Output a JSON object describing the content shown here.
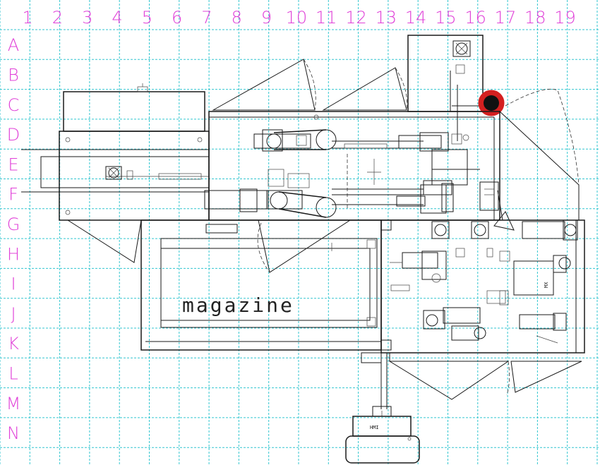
{
  "grid": {
    "columns": [
      "1",
      "2",
      "3",
      "4",
      "5",
      "6",
      "7",
      "8",
      "9",
      "10",
      "11",
      "12",
      "13",
      "14",
      "15",
      "16",
      "17",
      "18",
      "19"
    ],
    "rows": [
      "A",
      "B",
      "C",
      "D",
      "E",
      "F",
      "G",
      "H",
      "I",
      "J",
      "K",
      "L",
      "M",
      "N"
    ]
  },
  "labels": {
    "magazine": "magazine",
    "hmi": "HMI",
    "mx": "MX"
  },
  "colors": {
    "grid": "#33c6d0",
    "labels": "#e040d8",
    "marker_outer": "#d42020",
    "marker_inner": "#111111",
    "drawing": "#1a1a1a"
  },
  "icons": [
    "fan-icon",
    "red-position-marker"
  ]
}
